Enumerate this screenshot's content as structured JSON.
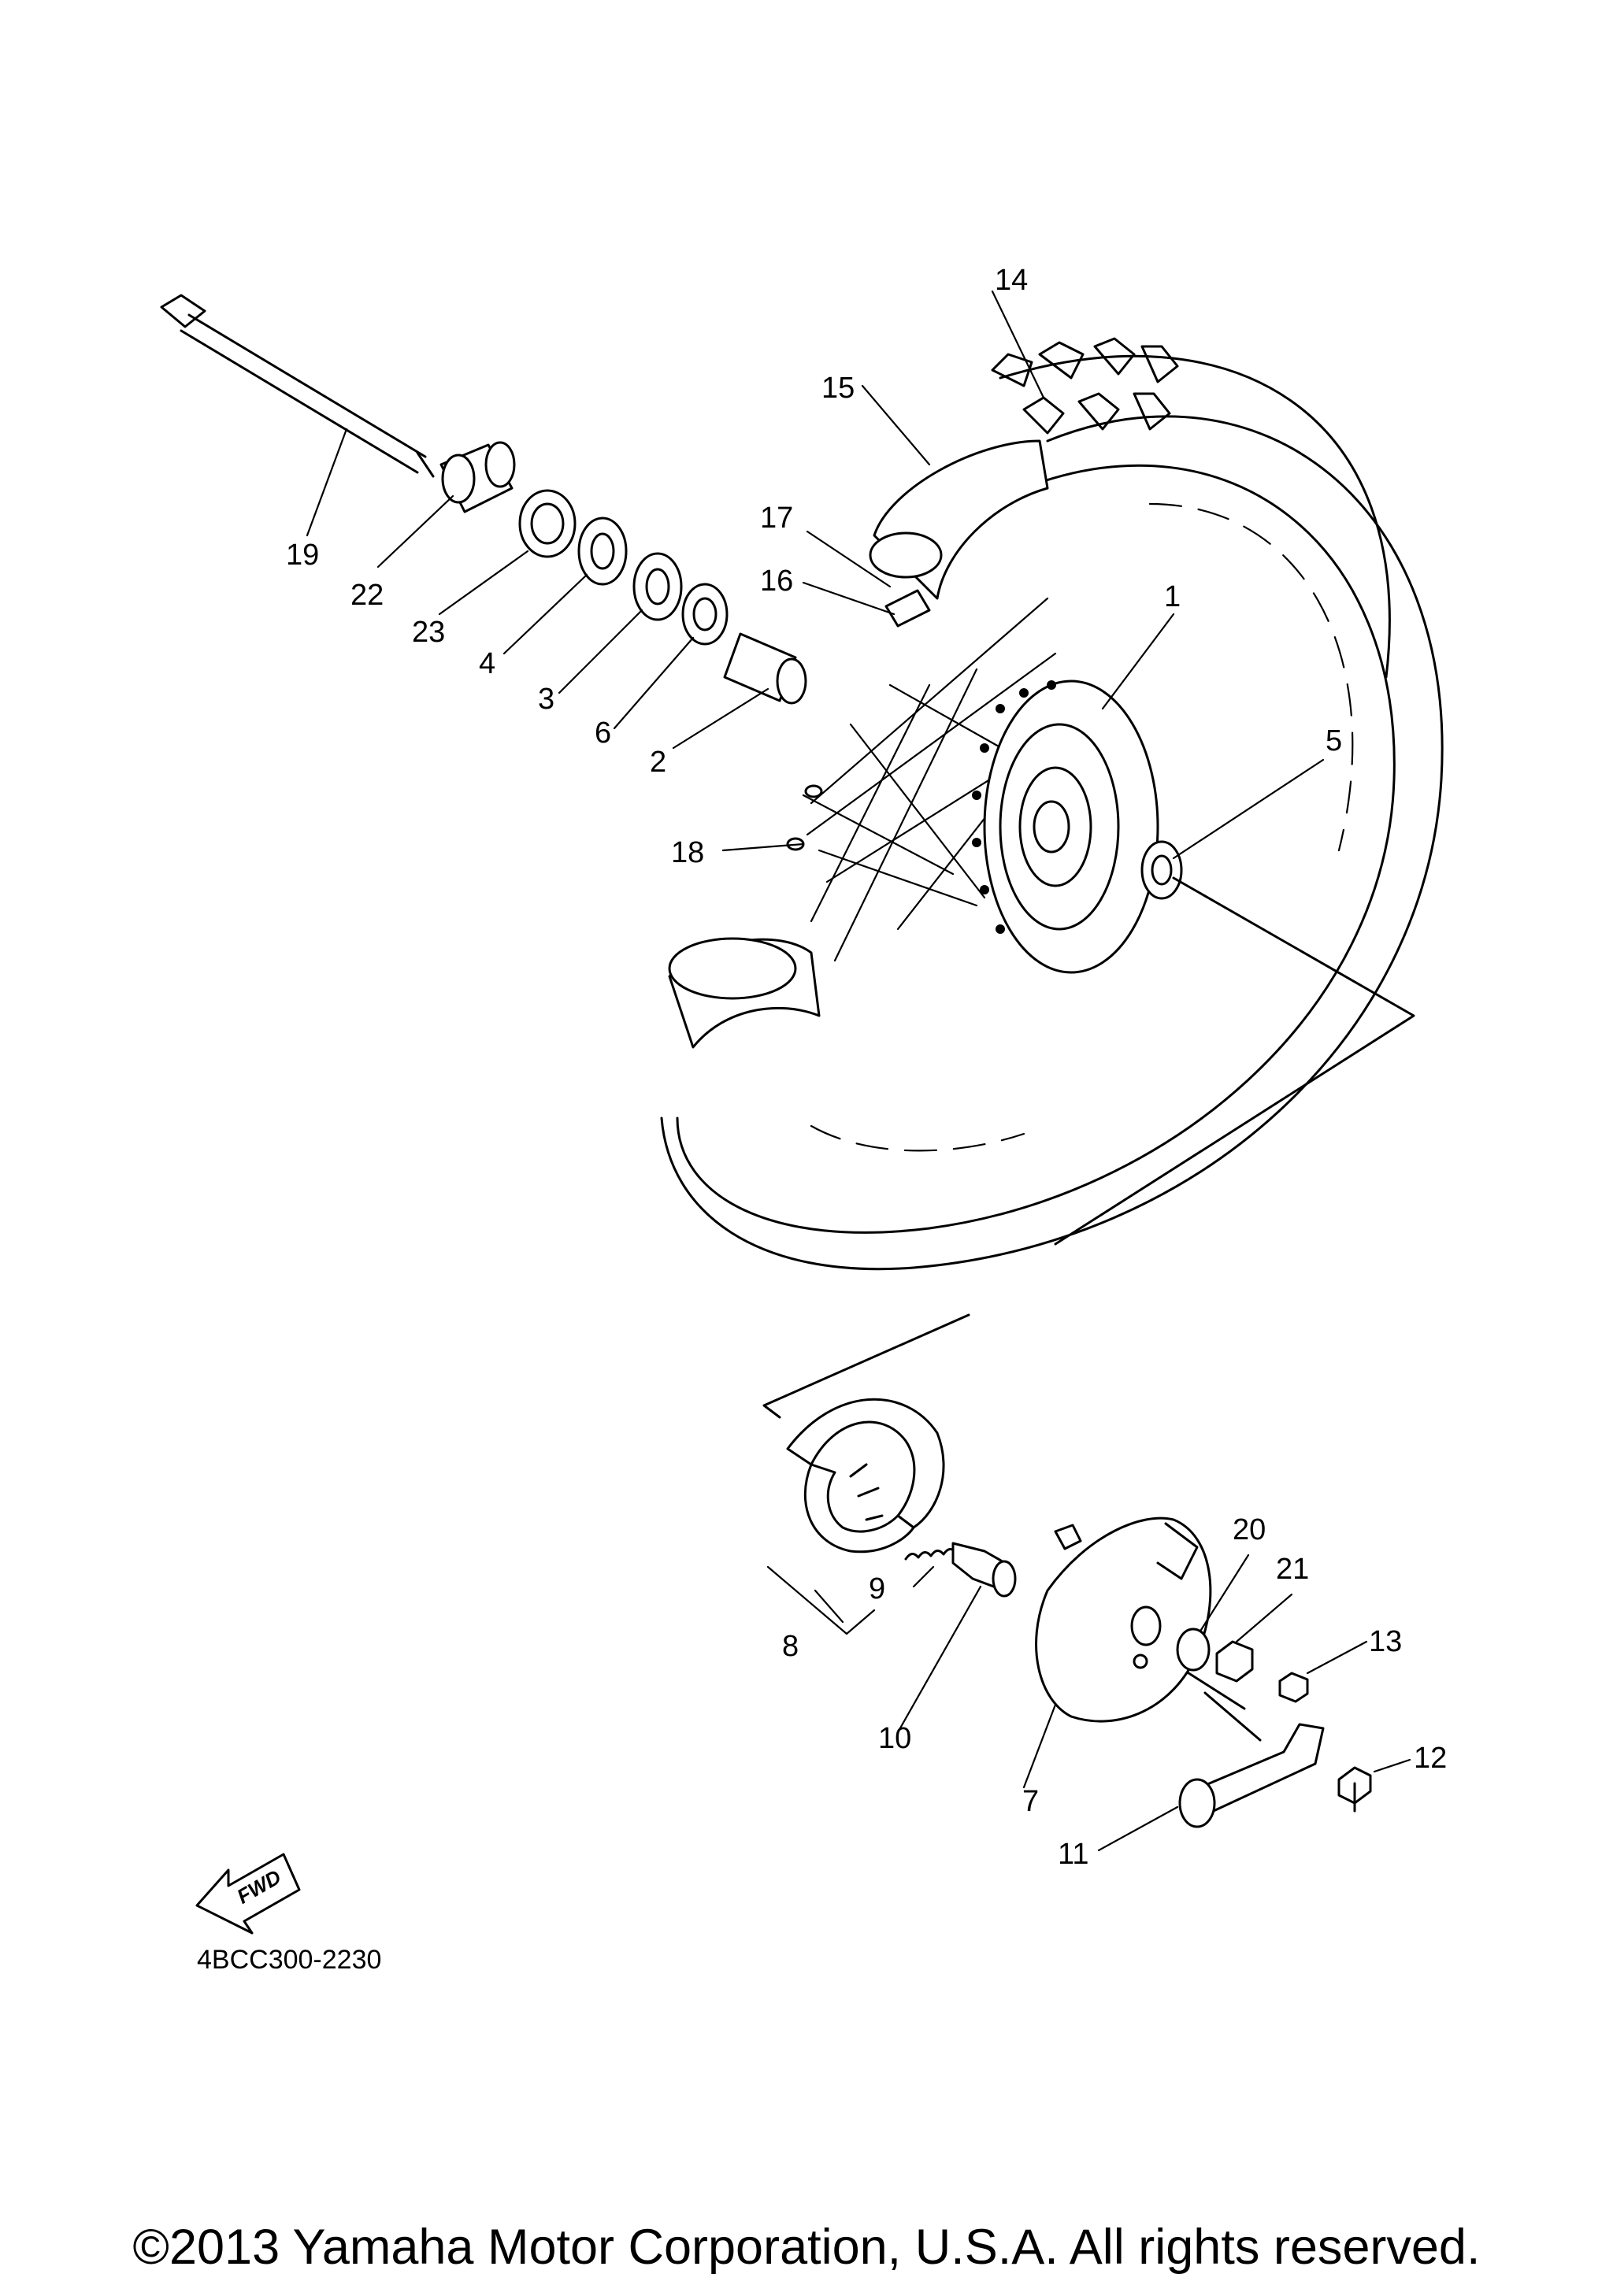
{
  "diagram": {
    "part_numbers": [
      "1",
      "2",
      "3",
      "4",
      "5",
      "6",
      "7",
      "8",
      "9",
      "10",
      "11",
      "12",
      "13",
      "14",
      "15",
      "16",
      "17",
      "18",
      "19",
      "20",
      "21",
      "22",
      "23"
    ],
    "fwd_label": "FWD",
    "drawing_code": "4BCC300-2230"
  },
  "footer": {
    "copyright": "©2013 Yamaha Motor Corporation, U.S.A. All rights reserved."
  }
}
